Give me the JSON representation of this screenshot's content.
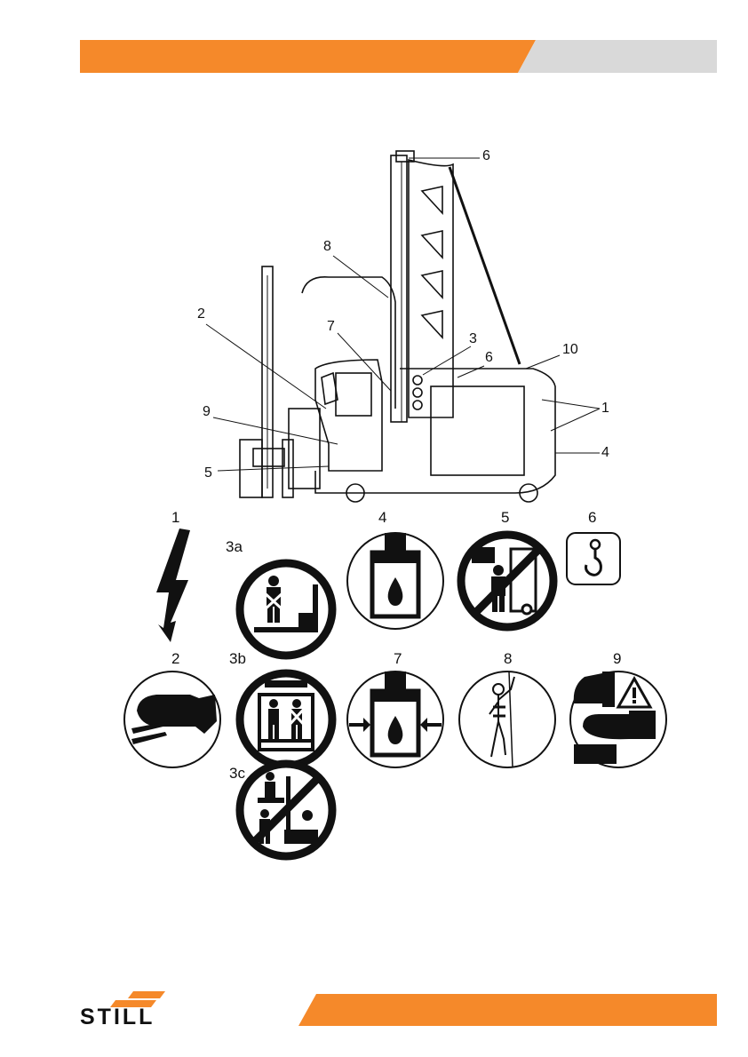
{
  "colors": {
    "accent_orange": "#f5892a",
    "header_gray": "#d9d9d9",
    "ink": "#111111"
  },
  "figure_callouts": [
    "6",
    "8",
    "2",
    "7",
    "3",
    "6",
    "10",
    "1",
    "9",
    "5",
    "4"
  ],
  "symbols": [
    {
      "label": "1",
      "icon": "lightning-bolt-icon"
    },
    {
      "label": "3a",
      "icon": "no-person-on-forks-icon"
    },
    {
      "label": "4",
      "icon": "hydraulic-oil-icon"
    },
    {
      "label": "5",
      "icon": "no-standing-under-load-icon"
    },
    {
      "label": "6",
      "icon": "lifting-hook-icon"
    },
    {
      "label": "2",
      "icon": "foot-crush-icon"
    },
    {
      "label": "3b",
      "icon": "no-persons-on-platform-icon"
    },
    {
      "label": "7",
      "icon": "hydraulic-pressure-icon"
    },
    {
      "label": "8",
      "icon": "safety-harness-icon"
    },
    {
      "label": "9",
      "icon": "foot-warning-icon"
    },
    {
      "label": "3c",
      "icon": "no-persons-between-icon"
    }
  ],
  "brand": {
    "logo_text": "STILL"
  }
}
